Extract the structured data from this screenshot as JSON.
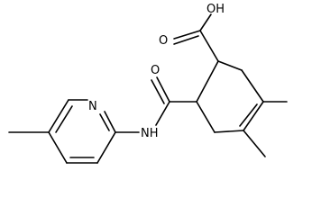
{
  "molecule": {
    "atoms": {
      "carboxylic_oh": "OH",
      "carboxylic_o": "O",
      "amide_o": "O",
      "amide_nh": "NH",
      "pyridine_n": "N"
    }
  },
  "colors": {
    "bond": "#000000",
    "label": "#000000",
    "background": "#ffffff"
  }
}
